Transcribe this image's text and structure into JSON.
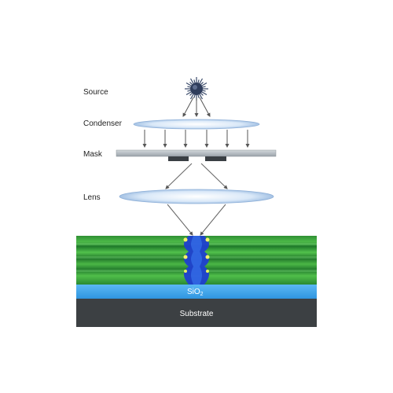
{
  "labels": {
    "source": "Source",
    "condenser": "Condenser",
    "mask": "Mask",
    "lens": "Lens",
    "sio2": "SiO",
    "sio2_subscript": "2",
    "substrate": "Substrate"
  },
  "colors": {
    "sun": "#3a4a6a",
    "lens_edge": "#8fb0d8",
    "lens_fill": "#d8e7f7",
    "arrow": "#555555",
    "mask_plate": "#b9c0c6",
    "mask_block": "#3a3f44",
    "resist_green": "#3fa63a",
    "resist_dark": "#1d6e28",
    "standing_wave_blue": "#1f3fd0",
    "sio2": "#41a9f0",
    "substrate": "#3c4043"
  }
}
